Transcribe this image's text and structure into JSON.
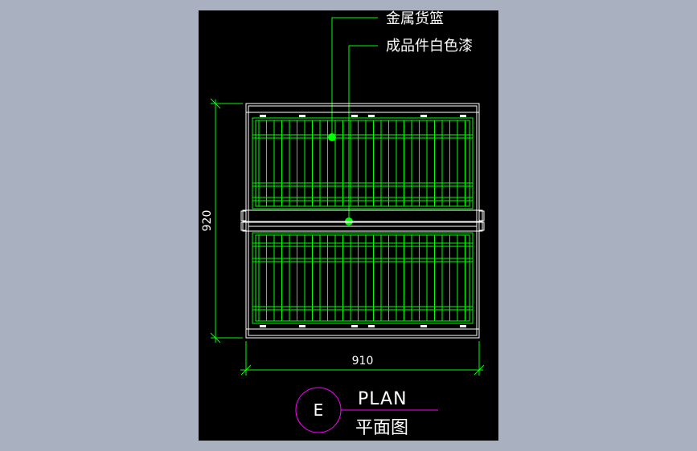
{
  "annotations": {
    "label1": "金属货篮",
    "label2": "成品件白色漆"
  },
  "dimensions": {
    "height": "920",
    "width": "910"
  },
  "title_block": {
    "circle_letter": "E",
    "plan_en": "PLAN",
    "plan_cn": "平面图"
  },
  "colors": {
    "background": "#a9b0bf",
    "canvas": "#000000",
    "basket_green": "#00ff00",
    "frame_white": "#ffffff",
    "dimension_green": "#00ff00",
    "title_magenta": "#ff00ff"
  }
}
